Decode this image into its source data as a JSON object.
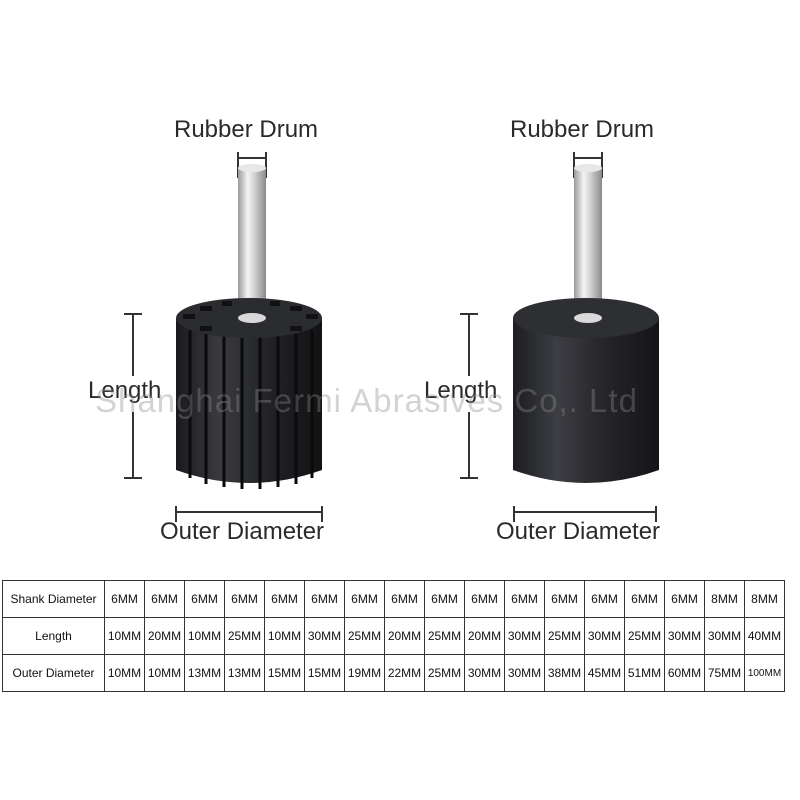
{
  "products": [
    {
      "id": "slotted",
      "drum_label": "Rubber Drum",
      "length_label": "Length",
      "diameter_label": "Outer Diameter"
    },
    {
      "id": "solid",
      "drum_label": "Rubber Drum",
      "length_label": "Length",
      "diameter_label": "Outer Diameter"
    }
  ],
  "watermark": "Shanghai Fermi Abrasives Co,. Ltd",
  "spec_table": {
    "rows": [
      {
        "header": "Shank Diameter",
        "values": [
          "6MM",
          "6MM",
          "6MM",
          "6MM",
          "6MM",
          "6MM",
          "6MM",
          "6MM",
          "6MM",
          "6MM",
          "6MM",
          "6MM",
          "6MM",
          "6MM",
          "6MM",
          "8MM",
          "8MM"
        ]
      },
      {
        "header": "Length",
        "values": [
          "10MM",
          "20MM",
          "10MM",
          "25MM",
          "10MM",
          "30MM",
          "25MM",
          "20MM",
          "25MM",
          "20MM",
          "30MM",
          "25MM",
          "30MM",
          "25MM",
          "30MM",
          "30MM",
          "40MM"
        ]
      },
      {
        "header": "Outer Diameter",
        "values": [
          "10MM",
          "10MM",
          "13MM",
          "13MM",
          "15MM",
          "15MM",
          "19MM",
          "22MM",
          "25MM",
          "30MM",
          "30MM",
          "38MM",
          "45MM",
          "51MM",
          "60MM",
          "75MM",
          "100MM"
        ]
      }
    ]
  }
}
